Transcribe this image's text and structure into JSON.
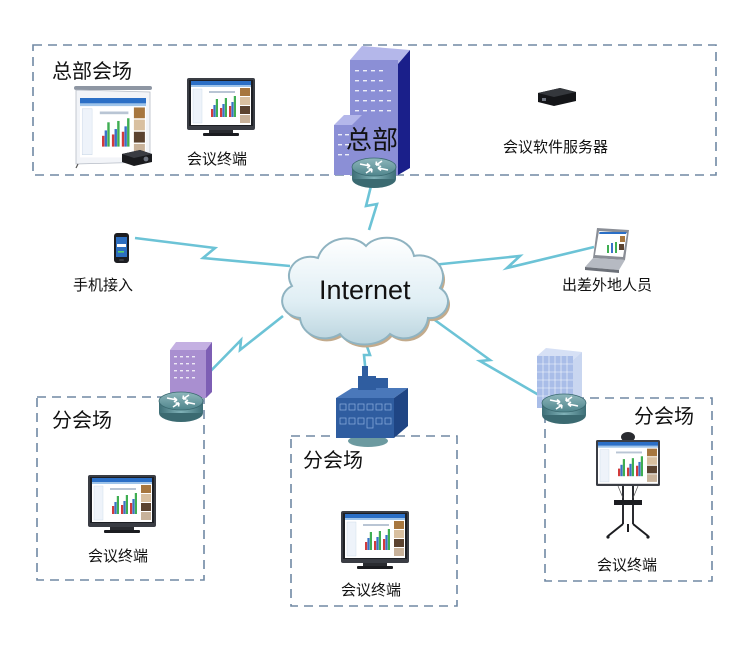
{
  "title": "视频会议网络拓扑",
  "colors": {
    "zone_border": "#7089a4",
    "link": "#6cc3d6",
    "hq_building": "#8b8fd6",
    "branch_building_purple": "#a98fd0",
    "branch_factory": "#2f5da0",
    "branch_building_blue": "#a9bde8",
    "router": "#4e8890"
  },
  "cloud": {
    "label": "Internet",
    "icon": "cloud-icon"
  },
  "hq": {
    "zone_label": "总部会场",
    "building_label": "总部",
    "devices": [
      {
        "name": "projector-screen",
        "icon": "projection-screen-icon",
        "label": ""
      },
      {
        "name": "conference-terminal",
        "icon": "monitor-icon",
        "label": "会议终端"
      },
      {
        "name": "conference-server",
        "icon": "server-icon",
        "label": "会议软件服务器"
      }
    ]
  },
  "remote": [
    {
      "name": "mobile-access",
      "icon": "mobile-phone-icon",
      "label": "手机接入"
    },
    {
      "name": "traveling-staff",
      "icon": "laptop-icon",
      "label": "出差外地人员"
    }
  ],
  "branches": [
    {
      "zone_label": "分会场",
      "terminal_label": "会议终端",
      "building": "purple-tower"
    },
    {
      "zone_label": "分会场",
      "terminal_label": "会议终端",
      "building": "factory"
    },
    {
      "zone_label": "分会场",
      "terminal_label": "会议终端",
      "building": "blue-tower"
    }
  ]
}
